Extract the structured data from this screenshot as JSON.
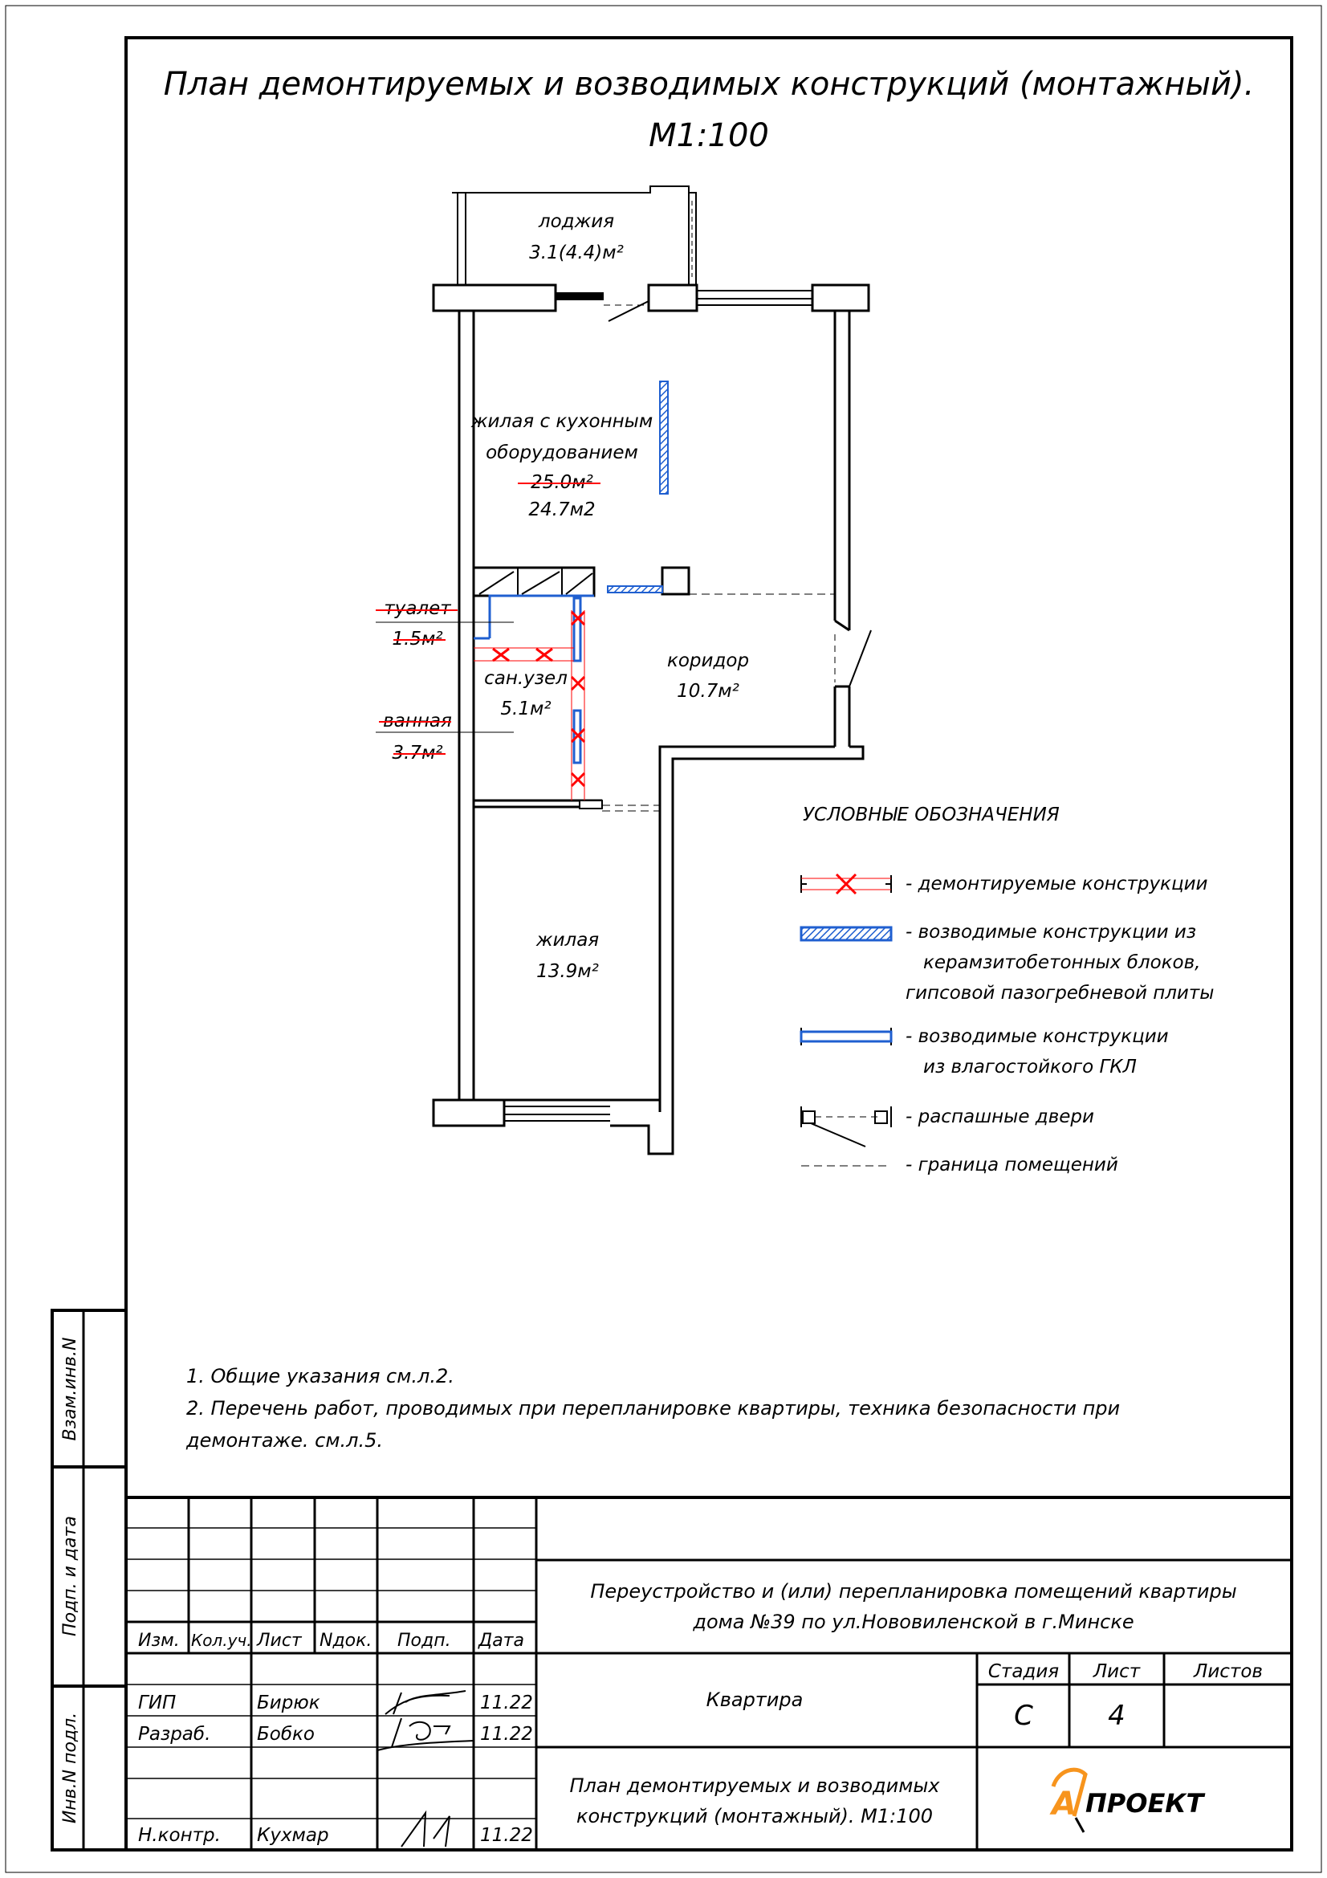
{
  "title": {
    "line1": "План демонтируемых и возводимых конструкций (монтажный).",
    "line2": "М1:100"
  },
  "rooms": {
    "loggia": {
      "name": "лоджия",
      "area": "3.1(4.4)м²"
    },
    "living_kitchen": {
      "name_line1": "жилая с кухонным",
      "name_line2": "оборудованием",
      "old_area": "25.0м²",
      "new_area": "24.7м2"
    },
    "toilet": {
      "name": "туалет",
      "area": "1.5м²"
    },
    "bathroom": {
      "name": "ванная",
      "area": "3.7м²"
    },
    "sanuzel": {
      "name": "сан.узел",
      "area": "5.1м²"
    },
    "corridor": {
      "name": "коридор",
      "area": "10.7м²"
    },
    "living": {
      "name": "жилая",
      "area": "13.9м²"
    }
  },
  "legend": {
    "title": "УСЛОВНЫЕ ОБОЗНАЧЕНИЯ",
    "items": [
      {
        "lines": [
          "- демонтируемые конструкции"
        ]
      },
      {
        "lines": [
          "- возводимые конструкции из",
          "керамзитобетонных блоков,",
          "гипсовой пазогребневой плиты"
        ]
      },
      {
        "lines": [
          "- возводимые конструкции",
          "из влагостойкого ГКЛ"
        ]
      },
      {
        "lines": [
          "- распашные двери"
        ]
      },
      {
        "lines": [
          "- граница помещений"
        ]
      }
    ]
  },
  "notes": [
    "1. Общие указания см.л.2.",
    "2. Перечень работ, проводимых при перепланировке квартиры, техника безопасности при",
    "демонтаже. см.л.5."
  ],
  "side_stamp": {
    "vzam_inv": "Взам.инв.N",
    "podp_data": "Подп. и дата",
    "inv_podl": "Инв.N подл."
  },
  "title_block": {
    "headers": [
      "Изм.",
      "Кол.уч.",
      "Лист",
      "Nдок.",
      "Подп.",
      "Дата"
    ],
    "rows": [
      {
        "role": "ГИП",
        "name": "Бирюк",
        "date": "11.22"
      },
      {
        "role": "Разраб.",
        "name": "Бобко",
        "date": "11.22"
      },
      {
        "role": "",
        "name": "",
        "date": ""
      },
      {
        "role": "Н.контр.",
        "name": "Кухмар",
        "date": "11.22"
      }
    ],
    "project_line1": "Переустройство и (или) перепланировка помещений квартиры",
    "project_line2": "дома №39 по ул.Нововиленской в г.Минске",
    "object": "Квартира",
    "stage_label": "Стадия",
    "sheet_label": "Лист",
    "sheets_label": "Листов",
    "stage": "С",
    "sheet": "4",
    "sheets": "",
    "drawing_line1": "План демонтируемых и возводимых",
    "drawing_line2": "конструкций (монтажный). М1:100",
    "logo_text": "ПРОЕКТ",
    "logo_letter": "А"
  },
  "colors": {
    "line": "#000000",
    "demolish": "#ff0000",
    "build": "#1f5fd0"
  }
}
